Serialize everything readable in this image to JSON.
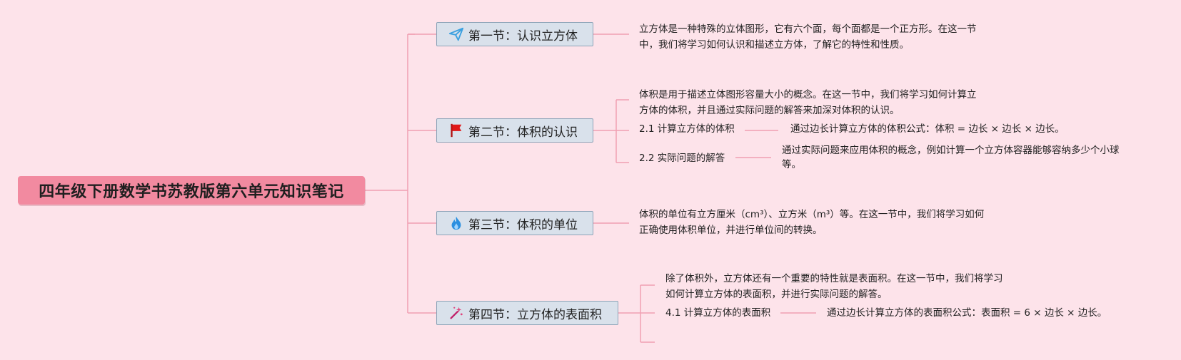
{
  "root": {
    "title": "四年级下册数学书苏教版第六单元知识笔记"
  },
  "sections": [
    {
      "title": "第一节：认识立方体",
      "icon": "paper-plane-icon",
      "desc_lines": [
        "立方体是一种特殊的立体图形，它有六个面，每个面都是一个正方形。在这一节",
        "中，我们将学习如何认识和描述立方体，了解它的特性和性质。"
      ]
    },
    {
      "title": "第二节：体积的认识",
      "icon": "red-flag-icon",
      "desc_lines": [
        "体积是用于描述立体图形容量大小的概念。在这一节中，我们将学习如何计算立",
        "方体的体积，并且通过实际问题的解答来加深对体积的认识。"
      ],
      "subs": [
        {
          "label": "2.1 计算立方体的体积",
          "detail_lines": [
            "通过边长计算立方体的体积公式：体积 = 边长 × 边长 × 边长。"
          ]
        },
        {
          "label": "2.2 实际问题的解答",
          "detail_lines": [
            "通过实际问题来应用体积的概念，例如计算一个立方体容器能够容纳多少个小球",
            "等。"
          ]
        }
      ]
    },
    {
      "title": "第三节：体积的单位",
      "icon": "fire-icon",
      "desc_lines": [
        "体积的单位有立方厘米（cm³）、立方米（m³）等。在这一节中，我们将学习如何",
        "正确使用体积单位，并进行单位间的转换。"
      ]
    },
    {
      "title": "第四节：立方体的表面积",
      "icon": "magic-wand-icon",
      "desc_lines": [
        "除了体积外，立方体还有一个重要的特性就是表面积。在这一节中，我们将学习",
        "如何计算立方体的表面积，并进行实际问题的解答。"
      ],
      "subs": [
        {
          "label": "4.1 计算立方体的表面积",
          "detail_lines": [
            "通过边长计算立方体的表面积公式：表面积 = 6 × 边长 × 边长。"
          ]
        }
      ]
    }
  ],
  "colors": {
    "background": "#fde3ea",
    "root": "#f28aa0",
    "topic_fill": "#d9e1eb",
    "topic_border": "#8ea4b8",
    "connector": "#f0a0b2"
  }
}
